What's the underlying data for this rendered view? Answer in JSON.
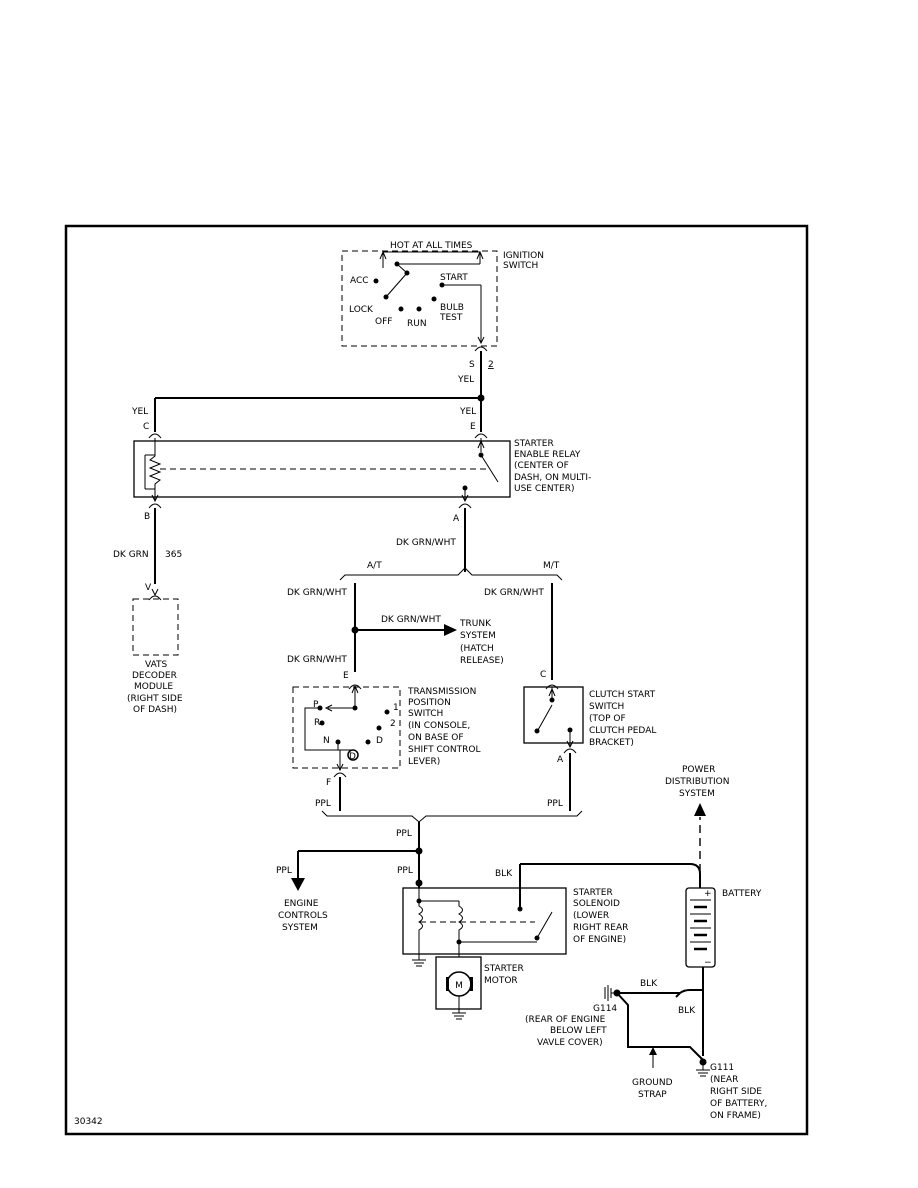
{
  "diagram": {
    "figure_number": "30342",
    "ignition_switch": {
      "feed_label": "HOT AT ALL TIMES",
      "name_line1": "IGNITION",
      "name_line2": "SWITCH",
      "pos_acc": "ACC",
      "pos_lock": "LOCK",
      "pos_off": "OFF",
      "pos_run": "RUN",
      "pos_start": "START",
      "pos_bulb_test_line1": "BULB",
      "pos_bulb_test_line2": "TEST",
      "term_s": "S",
      "term_2": "2",
      "wire": "YEL"
    },
    "starter_enable_relay": {
      "name_line1": "STARTER",
      "name_line2": "ENABLE RELAY",
      "name_line3": "(CENTER OF",
      "name_line4": "DASH, ON MULTI-",
      "name_line5": "USE CENTER)",
      "term_c": "C",
      "term_e": "E",
      "term_b": "B",
      "term_a": "A",
      "wire_c": "YEL",
      "wire_e": "YEL"
    },
    "vats": {
      "wire": "DK GRN",
      "circuit": "365",
      "term_v": "V",
      "name_line1": "VATS",
      "name_line2": "DECODER",
      "name_line3": "MODULE",
      "name_line4": "(RIGHT SIDE",
      "name_line5": "OF DASH)"
    },
    "relay_output": {
      "wire": "DK GRN/WHT",
      "at_label": "A/T",
      "mt_label": "M/T",
      "at_wire": "DK GRN/WHT",
      "mt_wire": "DK GRN/WHT"
    },
    "trunk": {
      "wire": "DK GRN/WHT",
      "name_line1": "TRUNK",
      "name_line2": "SYSTEM",
      "name_line3": "(HATCH",
      "name_line4": "RELEASE)"
    },
    "transmission_switch": {
      "wire_in": "DK GRN/WHT",
      "term_e": "E",
      "term_f": "F",
      "wire_out": "PPL",
      "pos_p": "P",
      "pos_r": "R",
      "pos_n": "N",
      "pos_d": "D",
      "pos_1": "1",
      "pos_2": "2",
      "pos_d_circled": "D",
      "name_line1": "TRANSMISSION",
      "name_line2": "POSITION",
      "name_line3": "SWITCH",
      "name_line4": "(IN CONSOLE,",
      "name_line5": "ON BASE OF",
      "name_line6": "SHIFT CONTROL",
      "name_line7": "LEVER)"
    },
    "clutch_switch": {
      "term_c": "C",
      "term_a": "A",
      "wire_out": "PPL",
      "name_line1": "CLUTCH START",
      "name_line2": "SWITCH",
      "name_line3": "(TOP OF",
      "name_line4": "CLUTCH PEDAL",
      "name_line5": "BRACKET)"
    },
    "merge": {
      "wire_upper": "PPL",
      "wire_lower": "PPL",
      "wire_ecm": "PPL"
    },
    "engine_controls": {
      "name_line1": "ENGINE",
      "name_line2": "CONTROLS",
      "name_line3": "SYSTEM"
    },
    "starter_solenoid": {
      "wire_blk": "BLK",
      "name_line1": "STARTER",
      "name_line2": "SOLENOID",
      "name_line3": "(LOWER",
      "name_line4": "RIGHT REAR",
      "name_line5": "OF ENGINE)"
    },
    "starter_motor": {
      "symbol": "M",
      "name_line1": "STARTER",
      "name_line2": "MOTOR"
    },
    "power_distribution": {
      "name_line1": "POWER",
      "name_line2": "DISTRIBUTION",
      "name_line3": "SYSTEM"
    },
    "battery": {
      "name": "BATTERY",
      "plus": "+",
      "minus": "−",
      "wire_g114": "BLK",
      "wire_g111": "BLK"
    },
    "g114": {
      "name": "G114",
      "loc_line1": "(REAR OF ENGINE",
      "loc_line2": "BELOW LEFT",
      "loc_line3": "VAVLE COVER)"
    },
    "ground_strap": {
      "line1": "GROUND",
      "line2": "STRAP"
    },
    "g111": {
      "name": "G111",
      "loc_line1": "(NEAR",
      "loc_line2": "RIGHT SIDE",
      "loc_line3": "OF BATTERY,",
      "loc_line4": "ON FRAME)"
    }
  }
}
